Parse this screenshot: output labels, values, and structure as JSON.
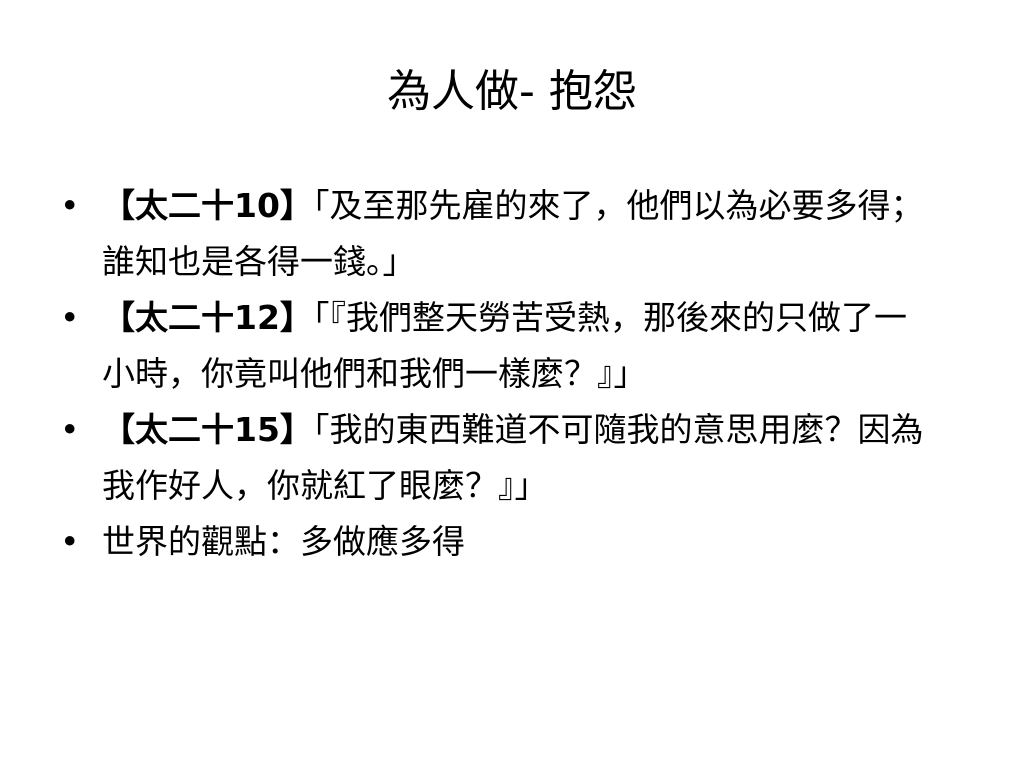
{
  "slide": {
    "title": "為人做- 抱怨",
    "bullet_symbol": "•",
    "bullets": [
      {
        "ref": "【太二十10】",
        "text": "「及至那先雇的來了，他們以為必要多得；誰知也是各得一錢。」"
      },
      {
        "ref": "【太二十12】",
        "text": "「『我們整天勞苦受熱，那後來的只做了一小時，你竟叫他們和我們一樣麼？』」"
      },
      {
        "ref": "【太二十15】",
        "text": "「我的東西難道不可隨我的意思用麼？因為我作好人，你就紅了眼麼？』」"
      },
      {
        "ref": "",
        "text": "世界的觀點：多做應多得"
      }
    ]
  }
}
